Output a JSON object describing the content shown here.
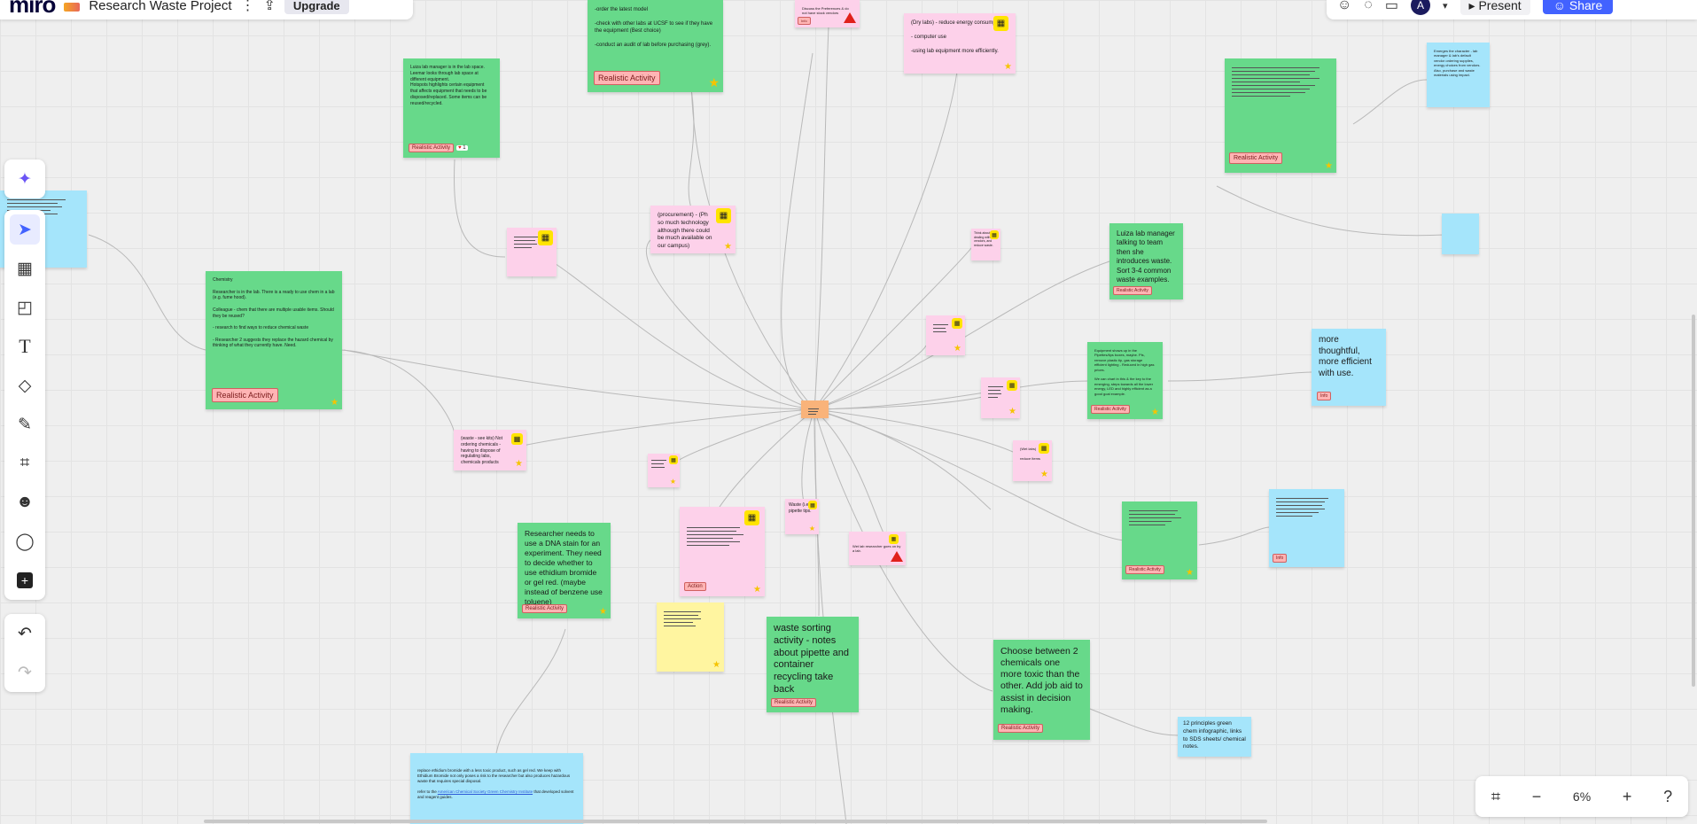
{
  "app": {
    "logo": "miro",
    "board_title": "Research Waste Project",
    "upgrade_label": "Upgrade",
    "present_label": "Present",
    "share_label": "Share",
    "avatar_initial": "A",
    "zoom_level": "6%"
  },
  "tag_realistic": "Realistic Activity",
  "notes": {
    "luiza_small": "Luiza lab manager is in the lab space.\nLeemar looks through lab space at different equipment.\nHotspots highlights certain equipment that affects equipment that needs to be disposed/replaced. Some items can be reused/recycled.",
    "luiza_small_count": "1",
    "top_center": "-order the latest model\n\n-check with other labs at UCSF to see if they have the equipment (Best choice)\n\n-conduct an audit of lab before purchasing (grey).",
    "top_pink_small": "Discuss the Preferences & do not have stock vendors",
    "top_pink_small_tag": "Info",
    "dry_labs": "(Dry labs) - reduce energy consumption\n\n- computer use\n\n-using lab equipment more efficiently.",
    "top_blue_right": "Emerges the character - lab manager & lab's default vendor ordering supplies, energy choices from vendors. Also, purchase and waste materials using impact.",
    "chemistry": "Chemistry\n\nResearcher is in the lab. There is a ready to use chem in a lab (e.g. fume hood).\n\nColleague - chem that there are multiple usable items. Should they be reused?\n\n- research to find ways to reduce chemical waste\n\n- Researcher 2 suggests they replace the hazard chemical by thinking of what they currently have. Need.",
    "procurement": "(procurement) - (Ph so much technology although there could be much available on our campus)",
    "luiza_big": "Luiza lab manager talking to team then she introduces waste. Sort 3-4 common waste examples.",
    "equipment": "Equipment shows up in the Pipettes/tips boxes, maybe. Pls, remove plastic tip, gas storage efficient lighting - Reduced in high gas prices.\n\nWe can chart in this & the key to the emerging, steps towards all the lower energy, LED and highly efficient as a good goal example.",
    "thoughtful": "more thoughtful, more efficient with use.",
    "thoughtful_tag": "Info",
    "waste_pink": "(waste - see kits) Not ordering chemicals - having to dispose of regulating labs, chemicals products",
    "dry_labs2": "(Wet labs)\n\nreduce items",
    "waste_tips": "Waste (i.e. pipette tips.",
    "wet_lab_small": "Wet lab researcher goes on by a lab.",
    "researcher": "Researcher needs to use a DNA stain for an experiment. They need to decide whether to use ethidium bromide or gel red.   (maybe instead of benzene use toluene)",
    "action_tag": "Action",
    "waste_sorting": "waste sorting activity - notes about pipette and container recycling take back",
    "choose": "Choose between 2 chemicals one more toxic than the other. Add job aid to assist in decision making.",
    "principles": "12 principles green chem infographic, links to SDS sheets/ chemical notes.",
    "replace": "replace ethidium bromide with a less toxic product, such as gel red. We keep with Ethidium Bromide not only poses a risk to the researcher but also produces hazardous waste that requires special disposal.\n\nrefer to the",
    "replace_link": "American Chemical Society Green Chemistry Institute",
    "replace_tail": " that developed solvent and reagent guides.",
    "blue_right_tag": "Info",
    "tiny_pink": "Think about dealing with vendors, and reduce waste."
  }
}
